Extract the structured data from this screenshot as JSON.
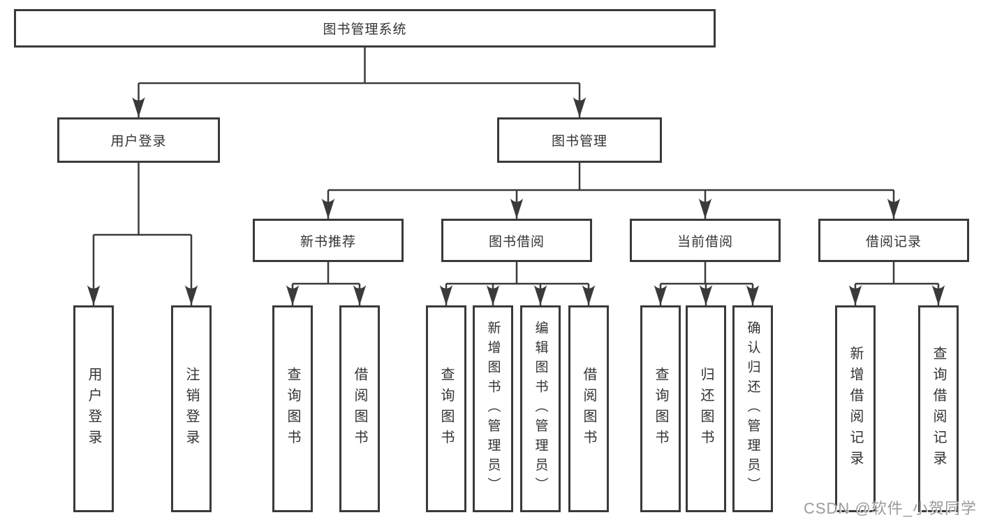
{
  "diagram": {
    "root": {
      "label": "图书管理系统"
    },
    "branches": [
      {
        "label": "用户登录",
        "leaves": [
          "用户登录",
          "注销登录"
        ]
      },
      {
        "label": "图书管理",
        "sections": [
          {
            "label": "新书推荐",
            "leaves": [
              "查询图书",
              "借阅图书"
            ]
          },
          {
            "label": "图书借阅",
            "leaves": [
              "查询图书",
              "新增图书（管理员）",
              "编辑图书（管理员）",
              "借阅图书"
            ]
          },
          {
            "label": "当前借阅",
            "leaves": [
              "查询图书",
              "归还图书",
              "确认归还（管理员）"
            ]
          },
          {
            "label": "借阅记录",
            "leaves": [
              "新增借阅记录",
              "查询借阅记录"
            ]
          }
        ]
      }
    ]
  },
  "watermark": {
    "text": "CSDN @软件_小贺同学"
  },
  "colors": {
    "line": "#3a3a3a",
    "box_border": "#3a3a3a",
    "box_fill": "#ffffff",
    "text": "#333333",
    "watermark": "#9b9b9b",
    "background": "#ffffff"
  }
}
